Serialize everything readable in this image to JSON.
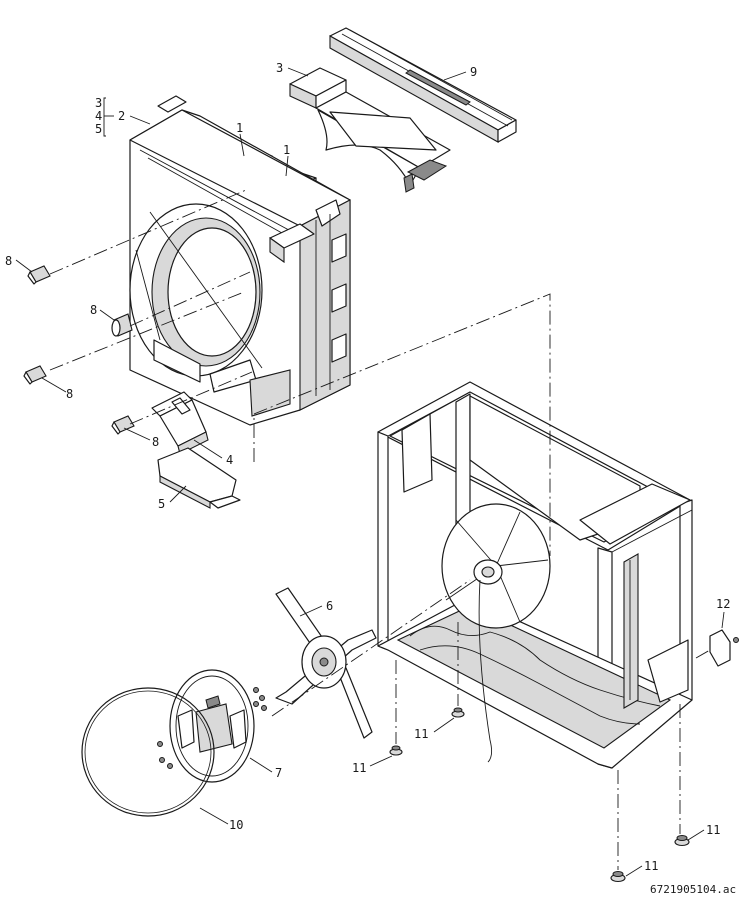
{
  "callouts": {
    "c1a": "1",
    "c1b": "1",
    "c2": "2",
    "c3_group": "3",
    "c4_group": "4",
    "c5_group": "5",
    "c3": "3",
    "c4": "4",
    "c5": "5",
    "c6": "6",
    "c7": "7",
    "c8a": "8",
    "c8b": "8",
    "c8c": "8",
    "c8d": "8",
    "c9": "9",
    "c10": "10",
    "c11a": "11",
    "c11b": "11",
    "c11c": "11",
    "c11d": "11",
    "c12": "12"
  },
  "drawing_number": "6721905104.ac"
}
